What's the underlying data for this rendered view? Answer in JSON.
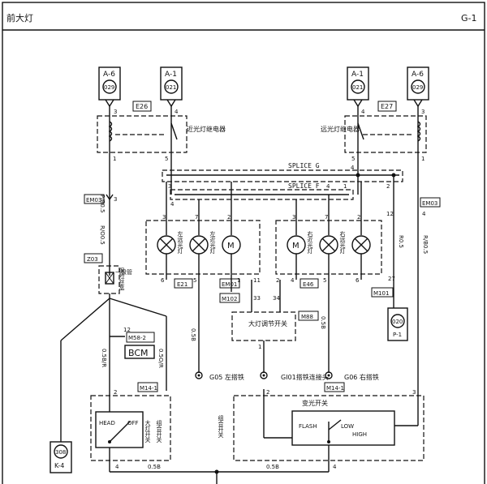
{
  "page": {
    "title": "前大灯",
    "code": "G-1"
  },
  "connectors": {
    "left_a6": {
      "ref": "A-6",
      "num": "029"
    },
    "left_a1": {
      "ref": "A-1",
      "num": "021"
    },
    "right_a1": {
      "ref": "A-1",
      "num": "021"
    },
    "right_a6": {
      "ref": "A-6",
      "num": "029"
    },
    "left_k4": {
      "num": "308",
      "ref": "K-4"
    },
    "right_p1": {
      "num": "020",
      "ref": "P-1"
    }
  },
  "relays": {
    "low": {
      "name": "近光灯继电器",
      "pins": [
        "3",
        "4",
        "1",
        "5"
      ],
      "tag": "E26"
    },
    "high": {
      "name": "远光灯继电器",
      "pins": [
        "4",
        "3",
        "5",
        "1"
      ],
      "tag": "E27"
    }
  },
  "splices": {
    "g": "SPLICE G",
    "f": "SPLICE F"
  },
  "wires": {
    "p_b05": "P/B0.5",
    "r_o05": "R/O0.5",
    "r05": "R0.5",
    "r_b05": "R/B0.5",
    "b05": "0.5B",
    "b05_r": "0.5B/R",
    "b05_r2": "0.5O/R",
    "b05_bottom_left": "0.5B",
    "b05_bottom_right": "0.5B"
  },
  "tags": {
    "em03_left": "EM03",
    "z03": "Z03",
    "m58": "M58-2",
    "bcm": "BCM",
    "e21": "E21",
    "em01": "EM01",
    "m102": "M102",
    "e46": "E46",
    "m88": "M88",
    "m101": "M101",
    "em03_right": "EM03",
    "m14_left": "M14-1",
    "m14_right": "M14-1"
  },
  "lamps": {
    "left": "左远光灯",
    "left_low": "左近光灯",
    "right": "右近光灯",
    "right_high": "右远光灯"
  },
  "components": {
    "fuse_box": "保险丝盒",
    "fuse": "一级管",
    "adjust_switch": "大灯调节开关",
    "combo_switch_left": "组合开关",
    "combo_switch_right": "组合开关",
    "headlamp_switch": "大灯开关",
    "dimmer_switch": "变光开关"
  },
  "switch_positions": {
    "head": "HEAD",
    "off": "OFF",
    "flash": "FLASH",
    "low": "LOW",
    "high": "HIGH"
  },
  "grounds": {
    "g05": "G05 左搭铁",
    "gi01": "GI01搭铁连接头",
    "g06": "G06 右搭铁"
  },
  "pins": {
    "l_relay_in": "3",
    "l_relay_in2": "4",
    "l_relay_out1": "1",
    "l_relay_out5": "5",
    "r_relay_in": "4",
    "r_relay_in2": "3",
    "r_relay_out5": "5",
    "r_relay_out1": "1",
    "splice_g_3": "3",
    "splice_g_4": "4",
    "splice_f_2": "2",
    "splice_f_1": "1",
    "splice_f_4": "4",
    "em03_l": "3",
    "em03_r": "4",
    "r_12": "12",
    "lamp_3": "3",
    "lamp_7": "7",
    "lamp_2": "2",
    "lamp_r3": "3",
    "lamp_r2": "2",
    "lamp_r7": "7",
    "lamp_r1": "2",
    "lamp_6": "6",
    "lamp_5": "5",
    "lamp_1": "1",
    "lamp_r4": "4",
    "lamp_r5": "5",
    "lamp_r6": "6",
    "m_11": "11",
    "m_33": "33",
    "m_34": "34",
    "m_2": "2",
    "adj_1": "1",
    "r_27": "27",
    "sw_2": "2",
    "sw_3": "3",
    "sw_4l": "4",
    "sw_4r": "4",
    "m58_pin": "12"
  }
}
